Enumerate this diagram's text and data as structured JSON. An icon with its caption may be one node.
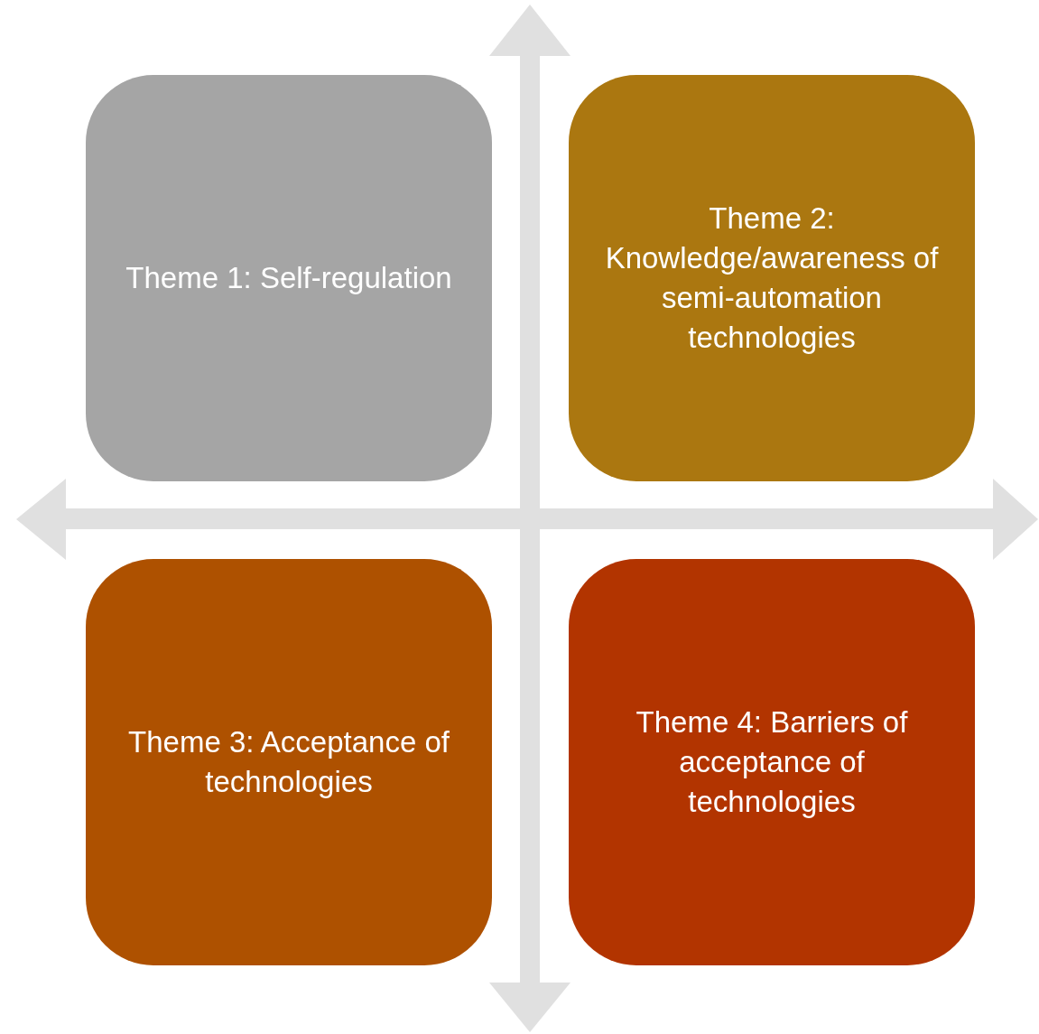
{
  "diagram": {
    "nodes": [
      {
        "text": [
          "Theme 1: Self-regulation"
        ]
      },
      {
        "text": [
          "Theme 2: Knowledge/awareness of semi-automation technologies"
        ]
      },
      {
        "text": [
          "Theme 3: Acceptance of technologies"
        ]
      },
      {
        "text": [
          "Theme 4: Barriers of acceptance of technologies"
        ]
      }
    ],
    "edges": []
  }
}
